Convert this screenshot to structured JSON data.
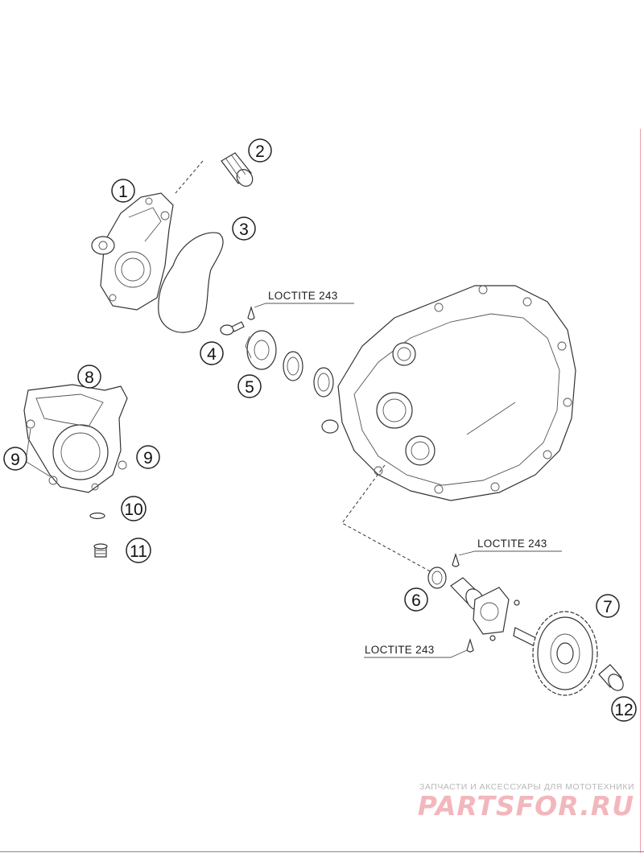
{
  "callouts": [
    {
      "id": "1",
      "label": "1"
    },
    {
      "id": "2",
      "label": "2"
    },
    {
      "id": "3",
      "label": "3"
    },
    {
      "id": "4",
      "label": "4"
    },
    {
      "id": "5",
      "label": "5"
    },
    {
      "id": "6",
      "label": "6"
    },
    {
      "id": "7",
      "label": "7"
    },
    {
      "id": "8",
      "label": "8"
    },
    {
      "id": "9a",
      "label": "9"
    },
    {
      "id": "9b",
      "label": "9"
    },
    {
      "id": "10",
      "label": "10"
    },
    {
      "id": "11",
      "label": "11"
    },
    {
      "id": "12",
      "label": "12"
    }
  ],
  "loctite_notes": [
    {
      "text": "LOCTITE 243"
    },
    {
      "text": "LOCTITE 243"
    },
    {
      "text": "LOCTITE 243"
    }
  ],
  "watermark": {
    "tagline": "ЗАПЧАСТИ И АКСЕССУАРЫ ДЛЯ МОТОТЕХНИКИ",
    "logo": "PARTSFOR.RU",
    "color": "#f2b7bd"
  }
}
